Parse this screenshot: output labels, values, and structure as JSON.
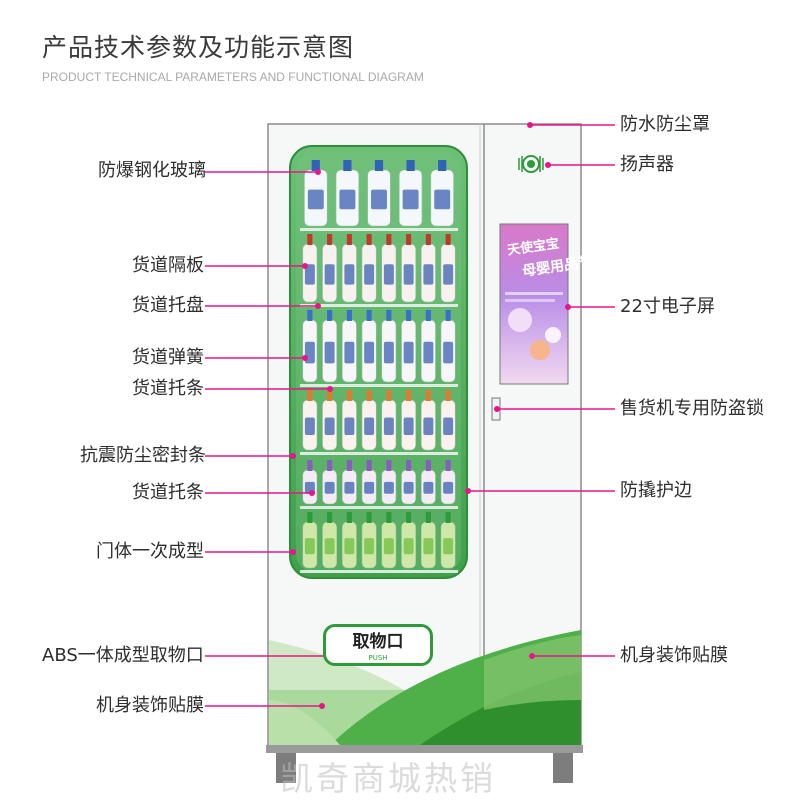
{
  "header": {
    "title": "产品技术参数及功能示意图",
    "subtitle": "PRODUCT TECHNICAL PARAMETERS AND FUNCTIONAL DIAGRAM"
  },
  "left_labels": [
    {
      "text": "防爆钢化玻璃"
    },
    {
      "text": "货道隔板"
    },
    {
      "text": "货道托盘"
    },
    {
      "text": "货道弹簧"
    },
    {
      "text": "货道托条"
    },
    {
      "text": "抗震防尘密封条"
    },
    {
      "text": "货道托条"
    },
    {
      "text": "门体一次成型"
    },
    {
      "text": "ABS一体成型取物口"
    },
    {
      "text": "机身装饰贴膜"
    }
  ],
  "right_labels": [
    {
      "text": "防水防尘罩"
    },
    {
      "text": "扬声器"
    },
    {
      "text": "22寸电子屏"
    },
    {
      "text": "售货机专用防盗锁"
    },
    {
      "text": "防撬护边"
    },
    {
      "text": "机身装饰贴膜"
    }
  ],
  "machine": {
    "pickup_label": "取物口",
    "pickup_sub": "PUSH",
    "screen_line1": "天使宝宝",
    "screen_line2": "母婴用品节"
  },
  "colors": {
    "leader": "#e6168a",
    "brand_green": "#2e9b3a",
    "glass_green": "#5fb86a"
  },
  "watermark": "凯奇商城热销"
}
